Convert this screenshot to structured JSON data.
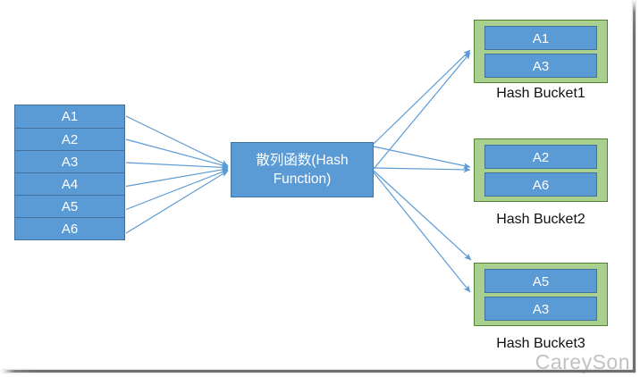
{
  "diagram": {
    "title_hint": "hash-function-bucketing-diagram",
    "source_items": [
      "A1",
      "A2",
      "A3",
      "A4",
      "A5",
      "A6"
    ],
    "hash_function": {
      "lines": [
        "散列函数(Hash",
        "Function)"
      ]
    },
    "buckets": [
      {
        "label": "Hash Bucket1",
        "items": [
          "A1",
          "A3"
        ]
      },
      {
        "label": "Hash Bucket2",
        "items": [
          "A2",
          "A6"
        ]
      },
      {
        "label": "Hash Bucket3",
        "items": [
          "A5",
          "A3"
        ]
      }
    ],
    "watermark": "CareySon",
    "colors": {
      "box_fill": "#5b9bd5",
      "box_border": "#41719c",
      "bucket_fill": "#a9d08e",
      "bucket_border": "#548235",
      "arrow": "#5b9bd5",
      "box_text": "#ffffff",
      "label_text": "#111111",
      "watermark_text": "#c2c2c2"
    }
  }
}
